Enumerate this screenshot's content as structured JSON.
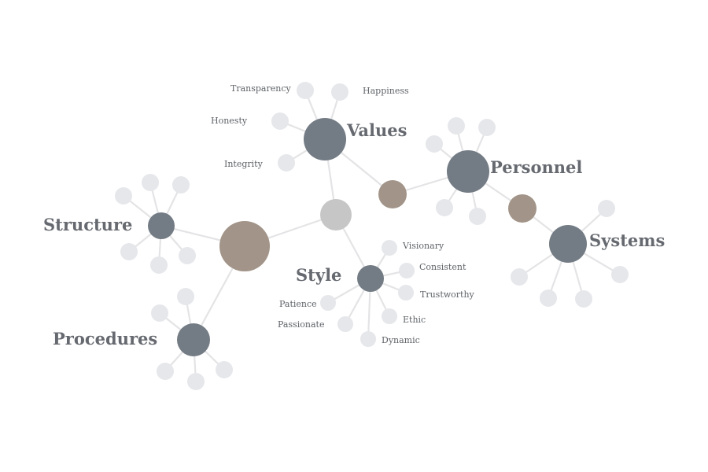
{
  "diagram": {
    "hubs": {
      "values": "Values",
      "personnel": "Personnel",
      "systems": "Systems",
      "structure": "Structure",
      "procedures": "Procedures",
      "style": "Style"
    },
    "values_leaves": {
      "transparency": "Transparency",
      "happiness": "Happiness",
      "honesty": "Honesty",
      "integrity": "Integrity"
    },
    "style_leaves": {
      "visionary": "Visionary",
      "consistent": "Consistent",
      "trustworthy": "Trustworthy",
      "ethic": "Ethic",
      "dynamic": "Dynamic",
      "patience": "Patience",
      "passionate": "Passionate"
    },
    "colors": {
      "hub": "#737b84",
      "bridge": "#a29488",
      "center": "#c6c6c6",
      "leaf": "#e6e7eb",
      "edge": "#e4e4e6",
      "label": "#666a70"
    }
  }
}
